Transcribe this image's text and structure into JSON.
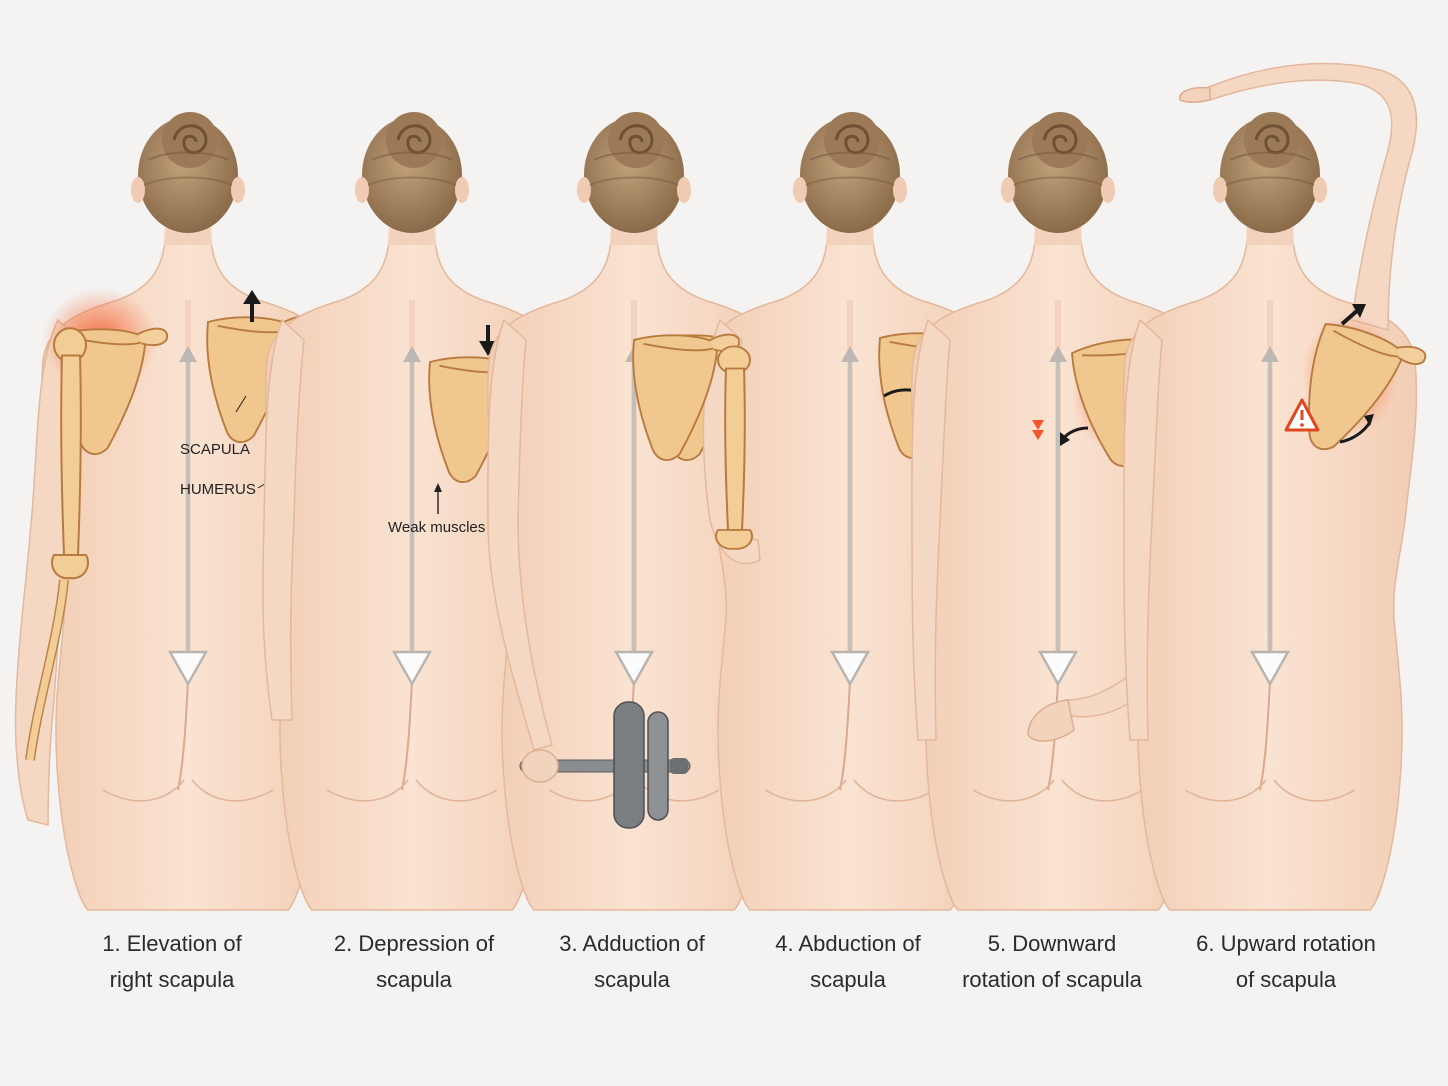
{
  "colors": {
    "background": "#f4f3f1",
    "skin": "#f7dcc8",
    "skin_shadow": "#e9c2a8",
    "hair": "#a58563",
    "bone": "#f0c88f",
    "bone_edge": "#c98f4f",
    "highlight": "#f2552c",
    "axis": "#b9b4b0",
    "arrow": "#1a1a1a"
  },
  "figures": [
    {
      "id": 1,
      "caption_line1": "1. Elevation of",
      "caption_line2": "right scapula",
      "labels": [
        "SCAPULA",
        "HUMERUS"
      ],
      "arrow": "up-arrow"
    },
    {
      "id": 2,
      "caption_line1": "2. Depression of",
      "caption_line2": "scapula",
      "labels": [
        "Weak muscles"
      ],
      "arrow": "down-arrow"
    },
    {
      "id": 3,
      "caption_line1": "3. Adduction of",
      "caption_line2": "scapula",
      "labels": [],
      "prop": "dumbbell-icon"
    },
    {
      "id": 4,
      "caption_line1": "4. Abduction of",
      "caption_line2": "scapula",
      "labels": []
    },
    {
      "id": 5,
      "caption_line1": "5. Downward",
      "caption_line2": "rotation of scapula",
      "labels": [],
      "arrow": "down-arrow"
    },
    {
      "id": 6,
      "caption_line1": "6. Upward rotation",
      "caption_line2": "of scapula",
      "labels": [],
      "warning": "warning-icon"
    }
  ]
}
